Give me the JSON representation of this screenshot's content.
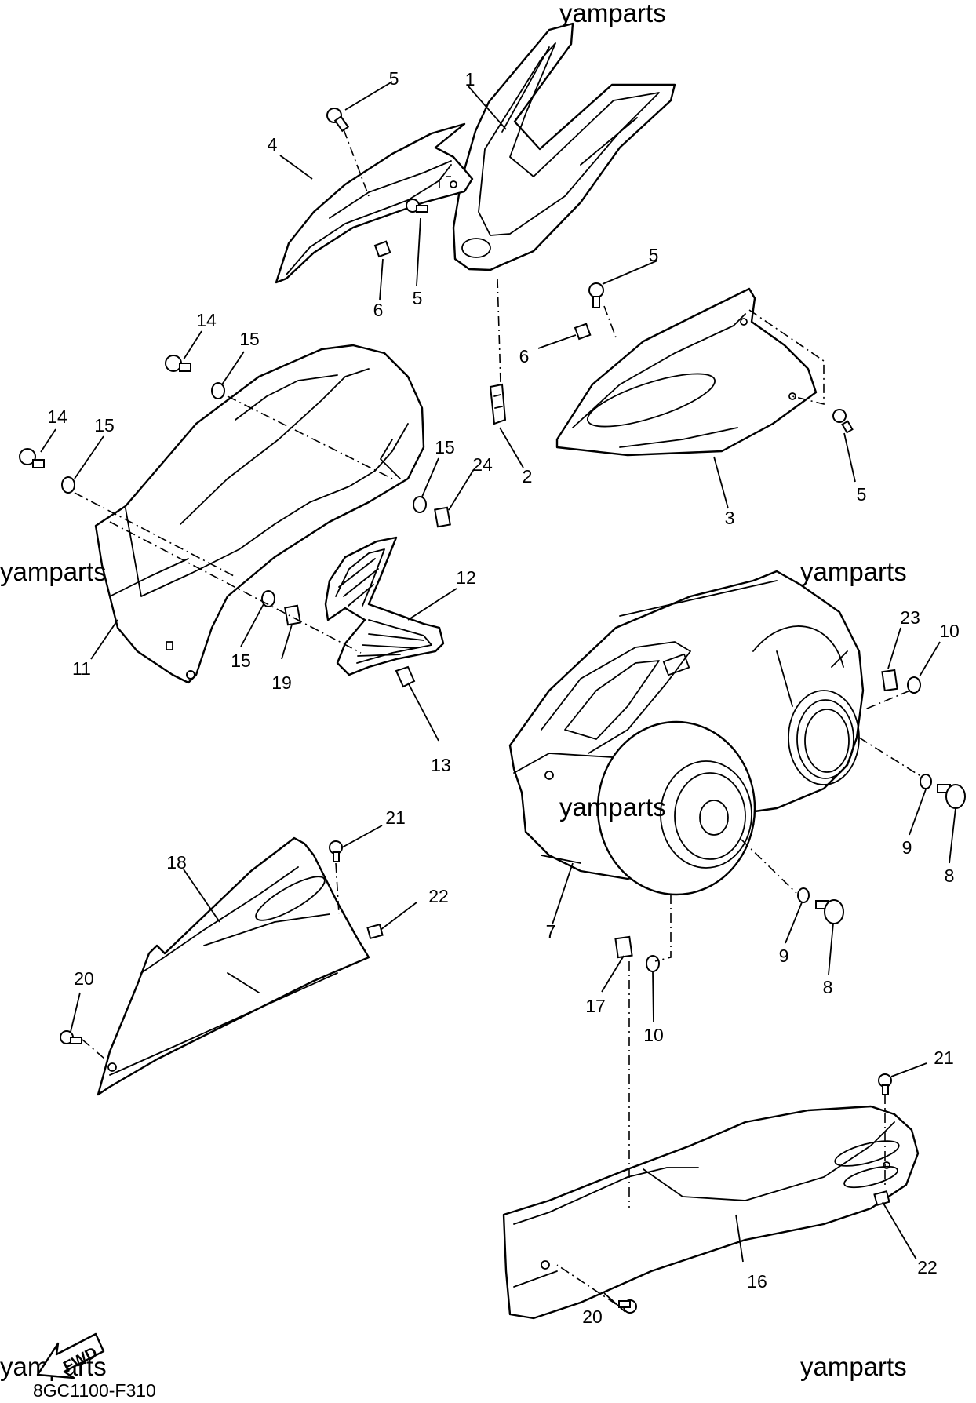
{
  "watermark": "yamparts",
  "drawing_code": "8GC1100-F310",
  "forward_marker": "FWD",
  "callouts": {
    "c1": "1",
    "c2": "2",
    "c3": "3",
    "c4": "4",
    "c5a": "5",
    "c5b": "5",
    "c5c": "5",
    "c5d": "5",
    "c6a": "6",
    "c6b": "6",
    "c7": "7",
    "c8a": "8",
    "c8b": "8",
    "c9a": "9",
    "c9b": "9",
    "c10a": "10",
    "c10b": "10",
    "c11": "11",
    "c12": "12",
    "c13": "13",
    "c14a": "14",
    "c14b": "14",
    "c15a": "15",
    "c15b": "15",
    "c15c": "15",
    "c15d": "15",
    "c16": "16",
    "c17": "17",
    "c18": "18",
    "c19": "19",
    "c20a": "20",
    "c20b": "20",
    "c21a": "21",
    "c21b": "21",
    "c22a": "22",
    "c22b": "22",
    "c23": "23",
    "c24": "24"
  }
}
